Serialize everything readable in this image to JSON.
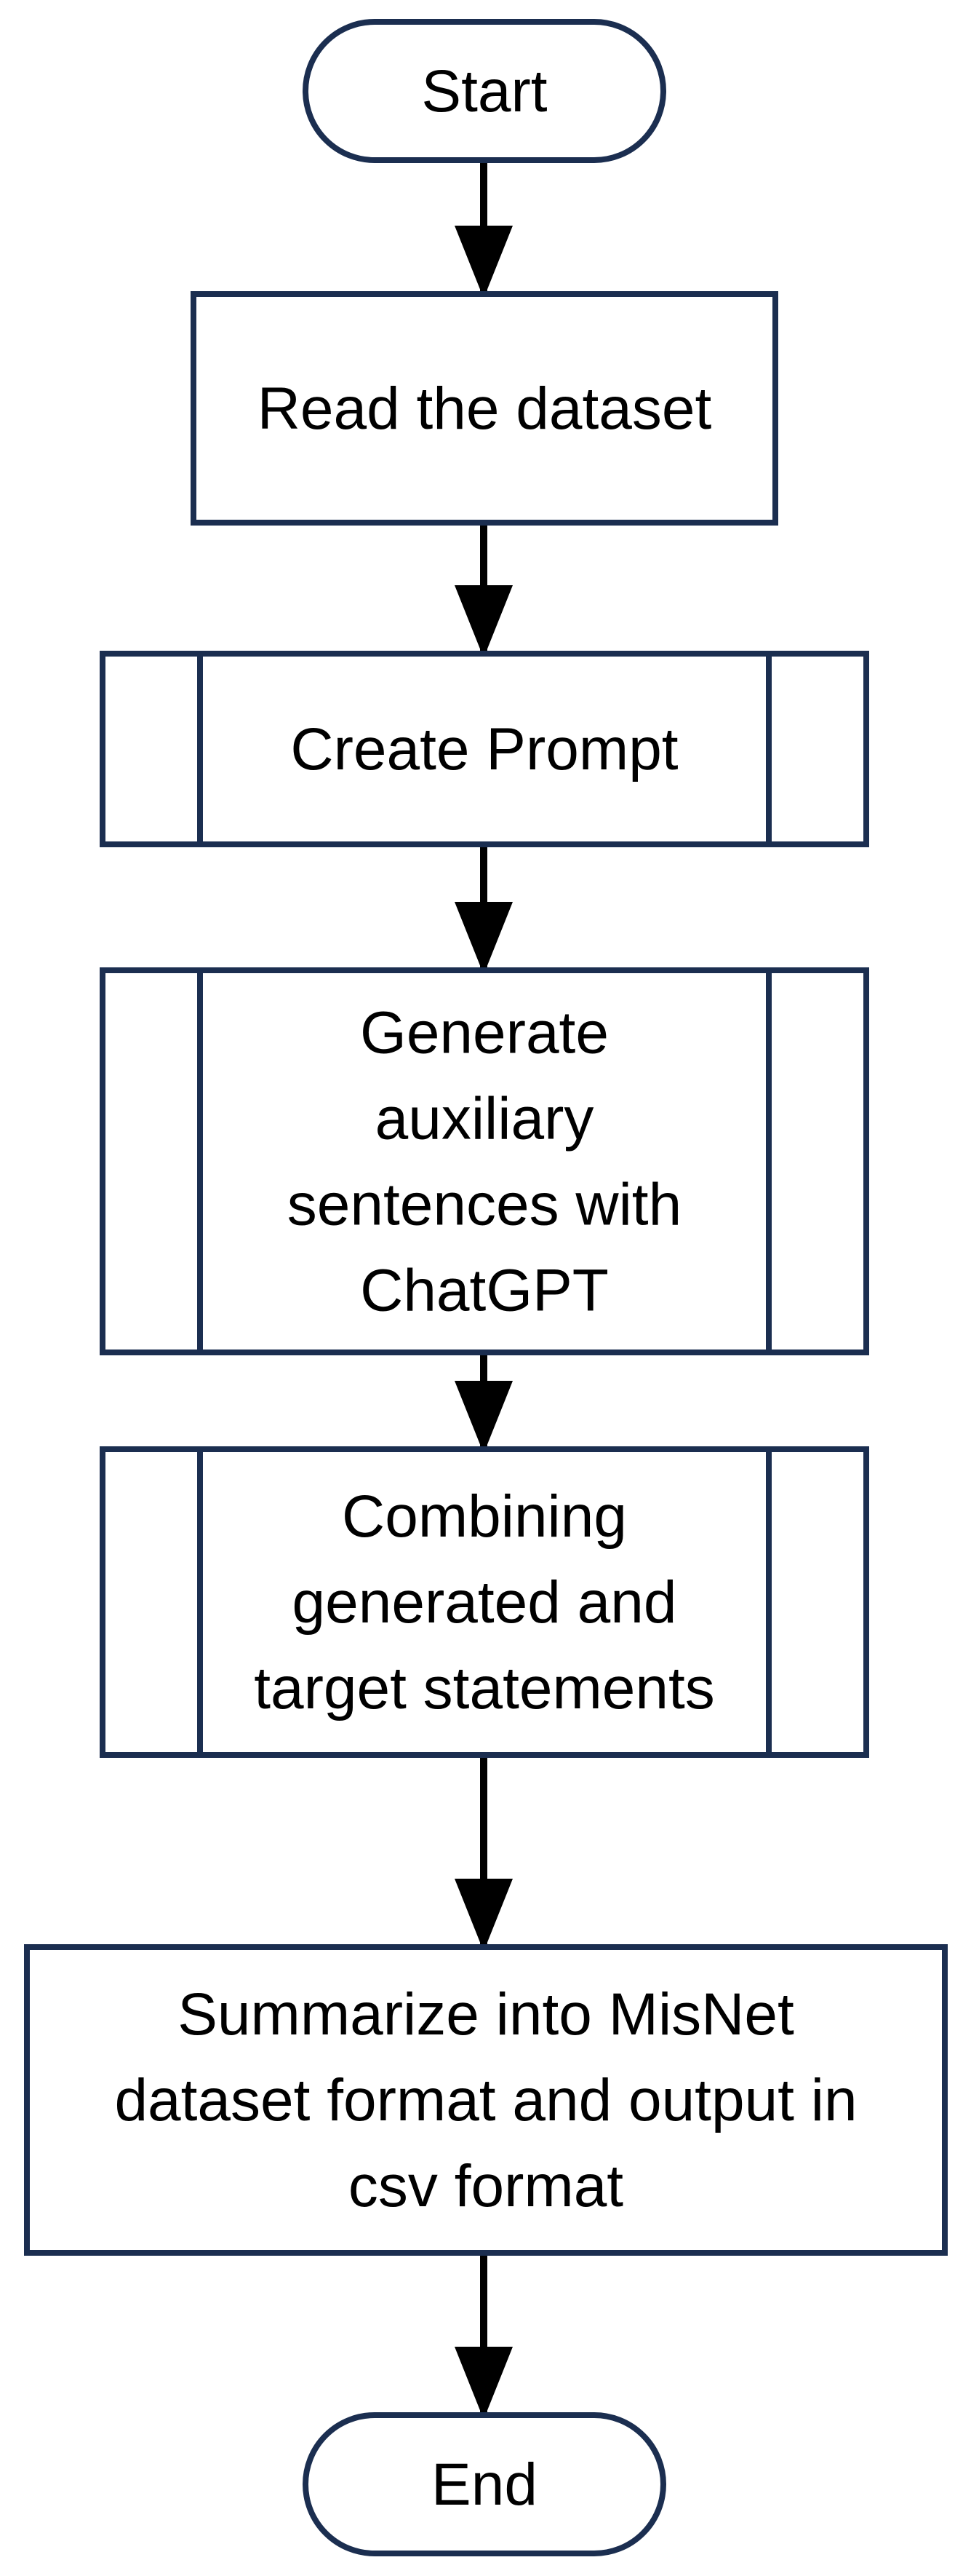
{
  "colors": {
    "node_border": "#1b2e50",
    "arrow": "#000000",
    "background": "#ffffff"
  },
  "nodes": {
    "start": {
      "shape": "terminator",
      "lines": [
        "Start"
      ]
    },
    "read_dataset": {
      "shape": "process",
      "lines": [
        "Read the dataset"
      ]
    },
    "create_prompt": {
      "shape": "predefined-process",
      "lines": [
        "Create Prompt"
      ]
    },
    "generate": {
      "shape": "predefined-process",
      "lines": [
        "Generate",
        "auxiliary",
        "sentences with",
        "ChatGPT"
      ]
    },
    "combining": {
      "shape": "predefined-process",
      "lines": [
        "Combining",
        "generated and",
        "target statements"
      ]
    },
    "summarize": {
      "shape": "process",
      "lines": [
        "Summarize into MisNet",
        "dataset format and output in",
        "csv format"
      ]
    },
    "end": {
      "shape": "terminator",
      "lines": [
        "End"
      ]
    }
  },
  "edges": [
    {
      "from": "start",
      "to": "read_dataset"
    },
    {
      "from": "read_dataset",
      "to": "create_prompt"
    },
    {
      "from": "create_prompt",
      "to": "generate"
    },
    {
      "from": "generate",
      "to": "combining"
    },
    {
      "from": "combining",
      "to": "summarize"
    },
    {
      "from": "summarize",
      "to": "end"
    }
  ]
}
